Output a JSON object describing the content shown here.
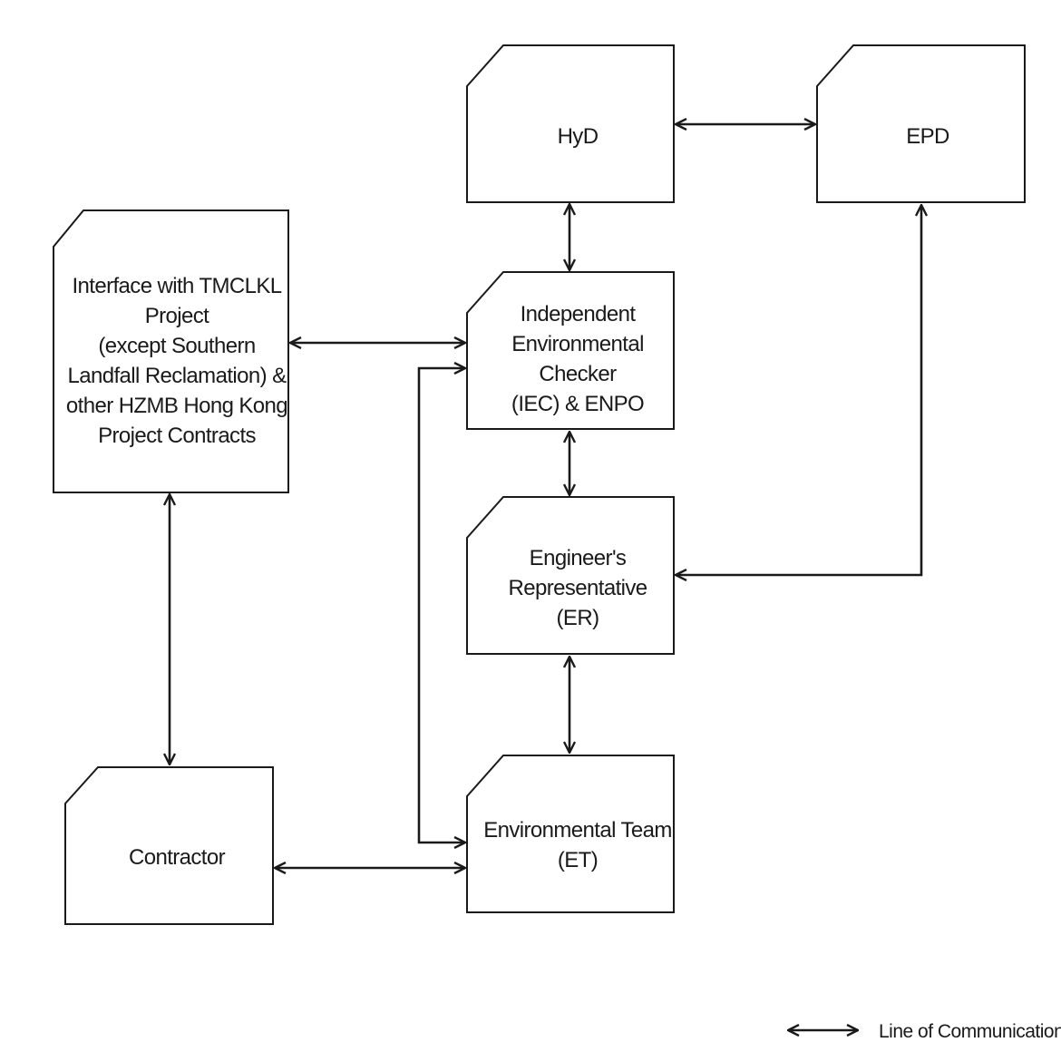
{
  "diagram": {
    "nodes": {
      "hyd": {
        "lines": [
          "HyD"
        ]
      },
      "epd": {
        "lines": [
          "EPD"
        ]
      },
      "interface": {
        "lines": [
          "Interface with TMCLKL",
          "Project",
          "(except Southern",
          "Landfall Reclamation) &",
          "other HZMB Hong Kong",
          "Project Contracts"
        ]
      },
      "iec": {
        "lines": [
          "Independent",
          "Environmental",
          "Checker",
          "(IEC) & ENPO"
        ]
      },
      "er": {
        "lines": [
          "Engineer's",
          "Representative",
          "(ER)"
        ]
      },
      "contractor": {
        "lines": [
          "Contractor"
        ]
      },
      "et": {
        "lines": [
          "Environmental Team",
          "(ET)"
        ]
      }
    },
    "edges": [
      {
        "from": "hyd",
        "to": "epd"
      },
      {
        "from": "hyd",
        "to": "iec"
      },
      {
        "from": "interface",
        "to": "iec"
      },
      {
        "from": "iec",
        "to": "er"
      },
      {
        "from": "er",
        "to": "epd"
      },
      {
        "from": "interface",
        "to": "contractor"
      },
      {
        "from": "er",
        "to": "et"
      },
      {
        "from": "contractor",
        "to": "et"
      },
      {
        "from": "et",
        "to": "iec"
      }
    ]
  },
  "legend": {
    "label": "Line of Communication"
  }
}
